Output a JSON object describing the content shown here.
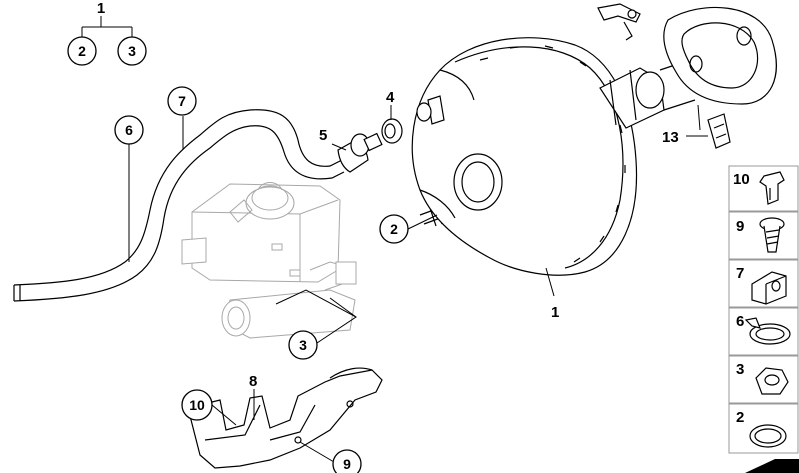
{
  "top_group": {
    "label": "1",
    "children": [
      "2",
      "3"
    ]
  },
  "callouts": {
    "c7": "7",
    "c6": "6",
    "c5": "5",
    "c4": "4",
    "c2": "2",
    "c1": "1",
    "c3": "3",
    "c13": "13",
    "c8": "8",
    "c10": "10",
    "c9": "9"
  },
  "side_panel": [
    {
      "label": "10",
      "icon": "expanding-clip-icon"
    },
    {
      "label": "9",
      "icon": "screw-icon"
    },
    {
      "label": "7",
      "icon": "rubber-grommet-icon"
    },
    {
      "label": "6",
      "icon": "hose-clamp-icon"
    },
    {
      "label": "3",
      "icon": "hex-nut-icon"
    },
    {
      "label": "2",
      "icon": "seal-ring-icon"
    }
  ]
}
